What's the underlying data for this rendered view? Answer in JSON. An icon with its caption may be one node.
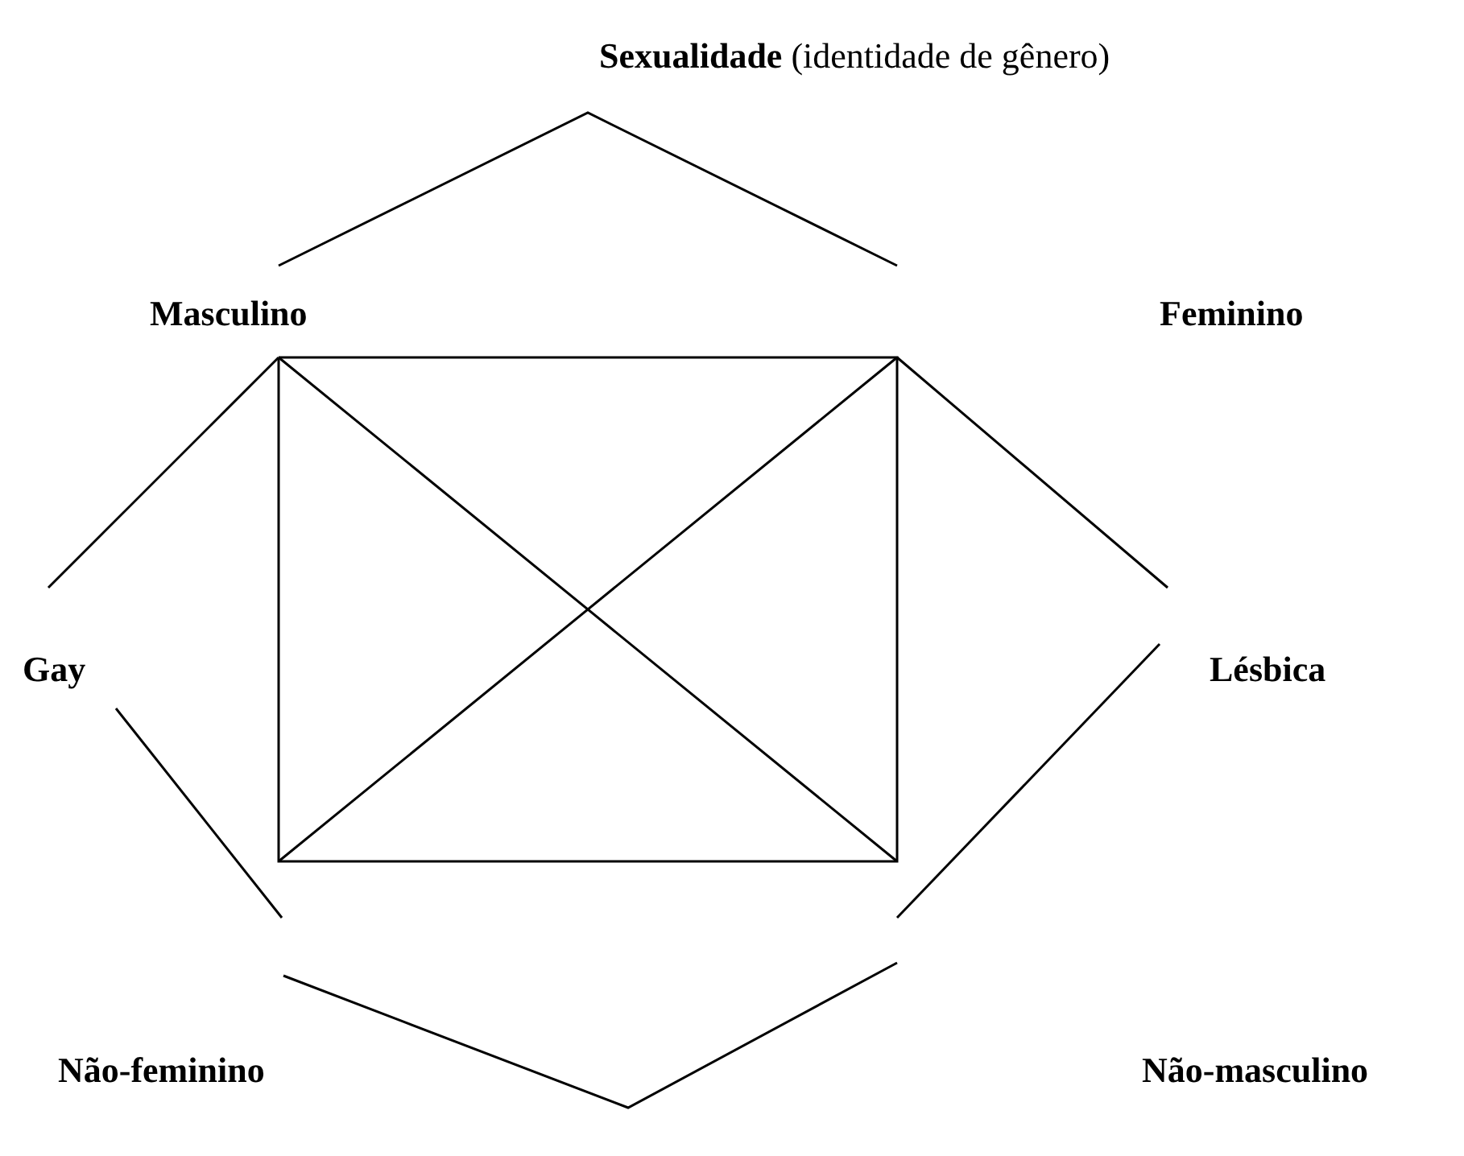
{
  "diagram": {
    "title": "**Sexualidade** (identidade de gênero)",
    "labels": [
      "Masculino",
      "Feminino",
      "Gay",
      "Lésbica",
      "Não-feminino",
      "Não-masculino"
    ]
  }
}
